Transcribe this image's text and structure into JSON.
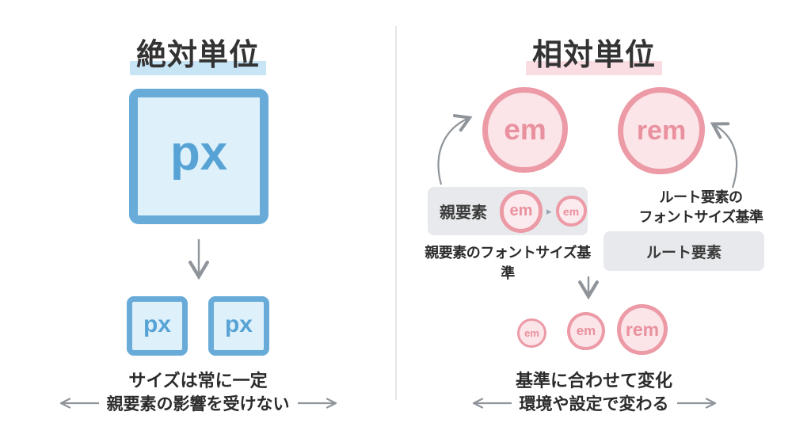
{
  "left_panel": {
    "title": "絶対単位",
    "big_box_label": "px",
    "small_boxes": [
      "px",
      "px"
    ],
    "caption": "サイズは常に一定",
    "arrow_caption": "親要素の影響を受けない",
    "accent_color": "#68abd9",
    "fill_color": "#def0fa",
    "highlight_color": "#c8e5f6"
  },
  "right_panel": {
    "title": "相対単位",
    "em_circle_label": "em",
    "rem_circle_label": "rem",
    "parent_box": {
      "label": "親要素",
      "big_circle_label": "em",
      "small_circle_label": "em",
      "arrow_glyph": "▸"
    },
    "parent_caption": "親要素のフォントサイズ基準",
    "root_note_line1": "ルート要素の",
    "root_note_line2": "フォントサイズ基準",
    "root_box_label": "ルート要素",
    "result_circles": [
      "em",
      "em",
      "rem"
    ],
    "caption": "基準に合わせて変化",
    "arrow_caption": "環境や設定で変わる",
    "accent_color": "#ec9aa6",
    "fill_color": "#fbe5e8",
    "highlight_color": "#fadde2"
  },
  "colors": {
    "arrow_gray": "#8e9499",
    "divider": "#e7e7e7",
    "gray_box": "#e7e9ec",
    "title_text": "#333333",
    "body_text": "#2b2b2b",
    "px_text": "#57a3d5",
    "pink_text": "#e9919e"
  }
}
